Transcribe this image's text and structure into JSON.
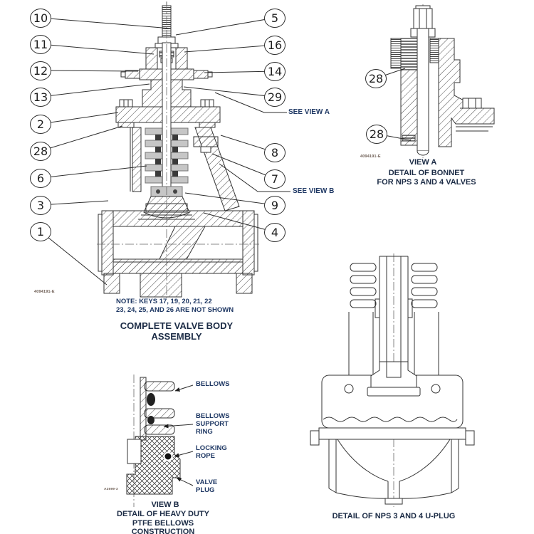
{
  "page": {
    "background": "#ffffff",
    "line_color": "#333333",
    "accent_navy": "#1f3864",
    "caption_color": "#1b2b45"
  },
  "main_assembly": {
    "callouts_left": [
      "10",
      "11",
      "12",
      "13",
      "2",
      "28",
      "6",
      "3",
      "1"
    ],
    "callouts_right": [
      "5",
      "16",
      "14",
      "29",
      "8",
      "7",
      "9",
      "4"
    ],
    "see_view_a": "SEE VIEW A",
    "see_view_b": "SEE VIEW B",
    "note": "NOTE: KEYS 17, 19, 20, 21, 22\n23, 24, 25, AND 26 ARE NOT SHOWN",
    "caption": "COMPLETE VALVE BODY ASSEMBLY",
    "code": "4094191-E"
  },
  "view_a": {
    "callouts": [
      "28",
      "28"
    ],
    "label": "VIEW A",
    "caption": "DETAIL OF BONNET\nFOR NPS 3 AND 4 VALVES",
    "code": "4094191-E"
  },
  "view_b": {
    "label": "VIEW B",
    "caption": "DETAIL OF HEAVY DUTY\nPTFE BELLOWS CONSTRUCTION",
    "code": "A2599-3",
    "labels": {
      "bellows": "BELLOWS",
      "support_ring": "BELLOWS\nSUPPORT\nRING",
      "locking_rope": "LOCKING\nROPE",
      "valve_plug": "VALVE\nPLUG"
    }
  },
  "u_plug": {
    "caption": "DETAIL OF NPS 3 AND 4 U-PLUG"
  }
}
